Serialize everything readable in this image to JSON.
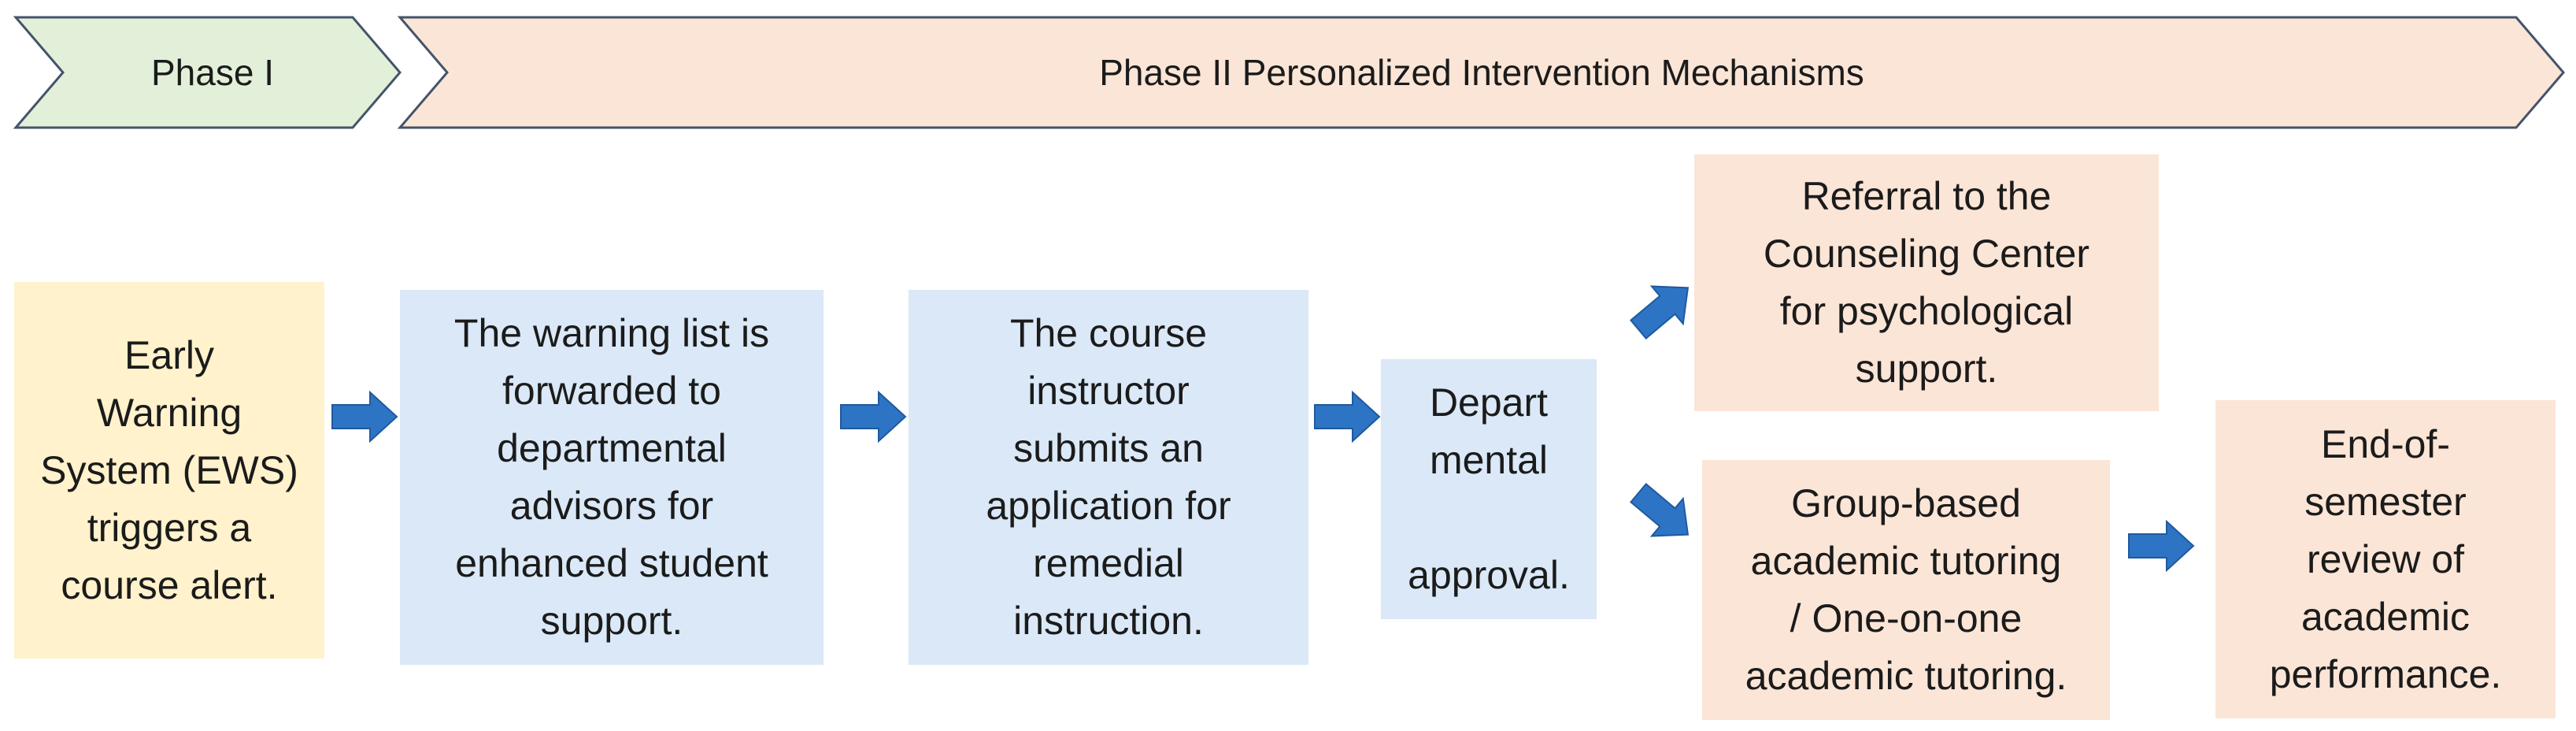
{
  "colors": {
    "phase1_fill": "#e2f0d9",
    "phase2_fill": "#fbe5d6",
    "phase_stroke": "#44546a",
    "yellow_box": "#fff2cc",
    "blue_box": "#dae8f7",
    "peach_box": "#fbe5d6",
    "arrow": "#2e74c4"
  },
  "phases": {
    "phase1": "Phase I",
    "phase2": "Phase II Personalized  Intervention Mechanisms"
  },
  "steps": {
    "ews": "Early\nWarning\nSystem (EWS)\ntriggers a\ncourse alert.",
    "warning_list": "The warning list is\nforwarded to\ndepartmental\nadvisors for\nenhanced student\nsupport.",
    "instructor": "The course\ninstructor\nsubmits an\napplication for\nremedial\ninstruction.",
    "approval": "Depart\nmental\n\napproval.",
    "referral": "Referral to the\nCounseling Center\nfor psychological\nsupport.",
    "tutoring": "Group-based\nacademic tutoring\n/ One-on-one\nacademic tutoring.",
    "review": "End-of-\nsemester\nreview of\nacademic\nperformance."
  }
}
